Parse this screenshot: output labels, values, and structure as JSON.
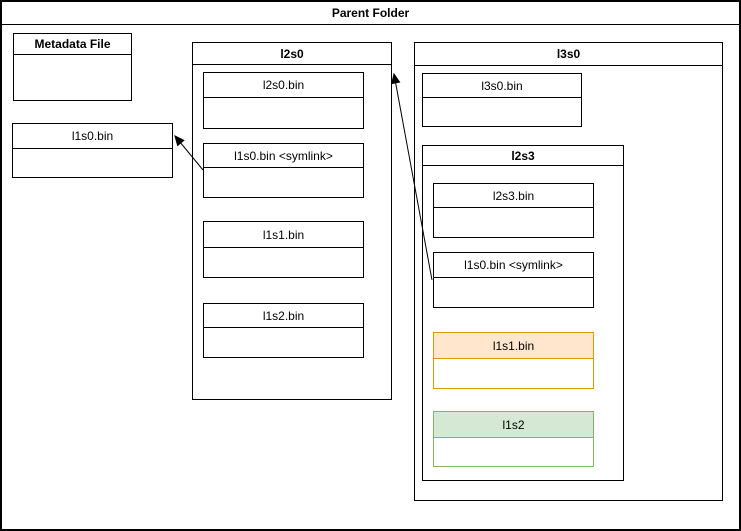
{
  "page": {
    "title": "Parent Folder"
  },
  "boxes": {
    "metadata_file": {
      "title": "Metadata File"
    },
    "l1s0": {
      "title": "l1s0.bin"
    },
    "l2s0": {
      "title": "l2s0",
      "files": [
        "l2s0.bin",
        "l1s0.bin <symlink>",
        "l1s1.bin",
        "l1s2.bin"
      ]
    },
    "l3s0": {
      "title": "l3s0",
      "files": [
        "l3s0.bin"
      ]
    },
    "l2s3": {
      "title": "l2s3",
      "files": [
        "l2s3.bin",
        "l1s0.bin <symlink>",
        "l1s1.bin",
        "l1s2"
      ]
    }
  },
  "arrows": [
    {
      "from": "l2s0/l1s0.bin <symlink>",
      "to": "l1s0.bin"
    },
    {
      "from": "l2s3/l1s0.bin <symlink>",
      "to": "l2s0"
    }
  ],
  "colors": {
    "box_border": "#000000",
    "highlight_orange_fill": "#FFE6CC",
    "highlight_orange_border": "#D79B00",
    "highlight_green_fill": "#D5E8D4",
    "highlight_green_border": "#82B366"
  }
}
